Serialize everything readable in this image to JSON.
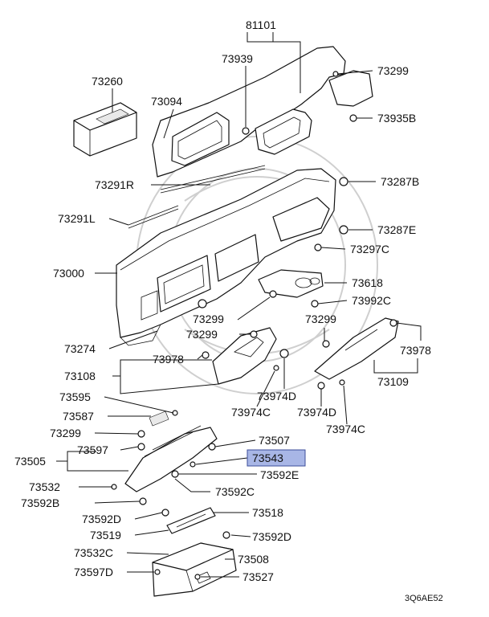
{
  "diagram": {
    "highlighted_part": "73543",
    "figure_code": "3Q6AE52",
    "part_labels": [
      {
        "id": "81101",
        "text": "81101"
      },
      {
        "id": "73939",
        "text": "73939"
      },
      {
        "id": "73299a",
        "text": "73299"
      },
      {
        "id": "73260",
        "text": "73260"
      },
      {
        "id": "73094",
        "text": "73094"
      },
      {
        "id": "73935B",
        "text": "73935B"
      },
      {
        "id": "73291R",
        "text": "73291R"
      },
      {
        "id": "73287B",
        "text": "73287B"
      },
      {
        "id": "73291L",
        "text": "73291L"
      },
      {
        "id": "73287E",
        "text": "73287E"
      },
      {
        "id": "73297C",
        "text": "73297C"
      },
      {
        "id": "73000",
        "text": "73000"
      },
      {
        "id": "73618",
        "text": "73618"
      },
      {
        "id": "73992C",
        "text": "73992C"
      },
      {
        "id": "73299b",
        "text": "73299"
      },
      {
        "id": "73299c",
        "text": "73299"
      },
      {
        "id": "73299d",
        "text": "73299"
      },
      {
        "id": "73274",
        "text": "73274"
      },
      {
        "id": "73978a",
        "text": "73978"
      },
      {
        "id": "73978b",
        "text": "73978"
      },
      {
        "id": "73108",
        "text": "73108"
      },
      {
        "id": "73109",
        "text": "73109"
      },
      {
        "id": "73974Da",
        "text": "73974D"
      },
      {
        "id": "73974Db",
        "text": "73974D"
      },
      {
        "id": "73595",
        "text": "73595"
      },
      {
        "id": "73974Ca",
        "text": "73974C"
      },
      {
        "id": "73974Cb",
        "text": "73974C"
      },
      {
        "id": "73587",
        "text": "73587"
      },
      {
        "id": "73299e",
        "text": "73299"
      },
      {
        "id": "73597a",
        "text": "73597"
      },
      {
        "id": "73507",
        "text": "73507"
      },
      {
        "id": "73505",
        "text": "73505"
      },
      {
        "id": "73543",
        "text": "73543"
      },
      {
        "id": "73592E",
        "text": "73592E"
      },
      {
        "id": "73532",
        "text": "73532"
      },
      {
        "id": "73592C",
        "text": "73592C"
      },
      {
        "id": "73592B",
        "text": "73592B"
      },
      {
        "id": "73518",
        "text": "73518"
      },
      {
        "id": "73592Da",
        "text": "73592D"
      },
      {
        "id": "73519",
        "text": "73519"
      },
      {
        "id": "73592Db",
        "text": "73592D"
      },
      {
        "id": "73532C",
        "text": "73532C"
      },
      {
        "id": "73508",
        "text": "73508"
      },
      {
        "id": "73597D",
        "text": "73597D"
      },
      {
        "id": "73527",
        "text": "73527"
      }
    ]
  }
}
